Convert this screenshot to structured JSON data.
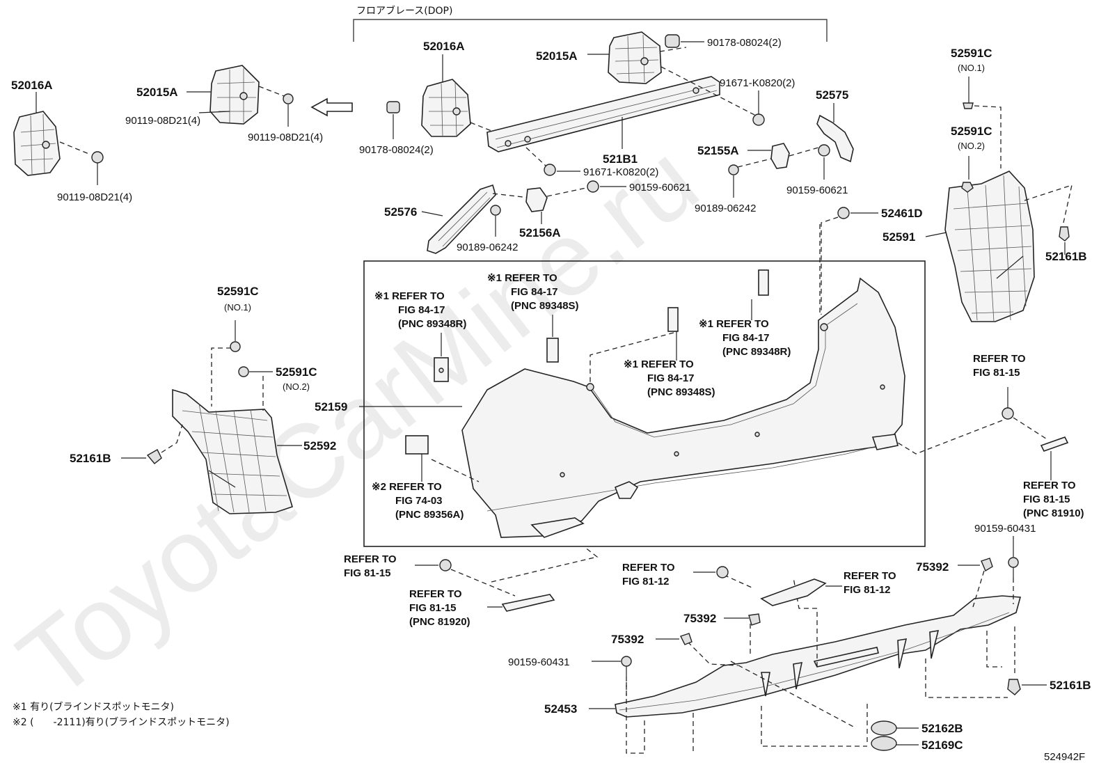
{
  "watermark": "ToyotaCarMine.ru",
  "header": {
    "floor_brace": "フロアブレース(DOP)"
  },
  "labels": {
    "l52016A_left": "52016A",
    "l52015A_left": "52015A",
    "l90119_a": "90119-08D21(4)",
    "l90119_b": "90119-08D21(4)",
    "l90119_c": "90119-08D21(4)",
    "l52016A_mid": "52016A",
    "l52015A_mid": "52015A",
    "l90178_top": "90178-08024(2)",
    "l90178_mid": "90178-08024(2)",
    "l91671_top": "91671-K0820(2)",
    "l91671_mid": "91671-K0820(2)",
    "l521B1": "521B1",
    "l52575": "52575",
    "l52155A": "52155A",
    "l90159_60621_a": "90159-60621",
    "l90159_60621_b": "90159-60621",
    "l90189_a": "90189-06242",
    "l90189_b": "90189-06242",
    "l52576": "52576",
    "l52156A": "52156A",
    "l52461D": "52461D",
    "l52591C_r1": "52591C",
    "l52591C_r1_sub": "(NO.1)",
    "l52591C_r2": "52591C",
    "l52591C_r2_sub": "(NO.2)",
    "l52591": "52591",
    "l52161B_r": "52161B",
    "l52591C_l1": "52591C",
    "l52591C_l1_sub": "(NO.1)",
    "l52591C_l2": "52591C",
    "l52591C_l2_sub": "(NO.2)",
    "l52161B_l": "52161B",
    "l52592": "52592",
    "l52159": "52159",
    "l52453": "52453",
    "l75392_a": "75392",
    "l75392_b": "75392",
    "l75392_c": "75392",
    "l90159_60431_a": "90159-60431",
    "l90159_60431_b": "90159-60431",
    "l52161B_b": "52161B",
    "l52162B": "52162B",
    "l52169C": "52169C",
    "diagram_id": "524942F"
  },
  "refs": {
    "r1_l1": "※1 REFER TO",
    "r1_l2": "FIG 84-17",
    "r1_l3": "(PNC 89348R)",
    "r2_l1": "※1 REFER TO",
    "r2_l2": "FIG 84-17",
    "r2_l3": "(PNC 89348S)",
    "r3_l1": "※1 REFER TO",
    "r3_l2": "FIG 84-17",
    "r3_l3": "(PNC 89348R)",
    "r4_l1": "※1 REFER TO",
    "r4_l2": "FIG 84-17",
    "r4_l3": "(PNC 89348S)",
    "r5_l1": "※2 REFER TO",
    "r5_l2": "FIG 74-03",
    "r5_l3": "(PNC 89356A)",
    "r6_l1": "REFER TO",
    "r6_l2": "FIG 81-15",
    "r7_l1": "REFER TO",
    "r7_l2": "FIG 81-15",
    "r7_l3": "(PNC 81910)",
    "r8_l1": "REFER TO",
    "r8_l2": "FIG 81-15",
    "r9_l1": "REFER TO",
    "r9_l2": "FIG 81-15",
    "r9_l3": "(PNC 81920)",
    "r10_l1": "REFER TO",
    "r10_l2": "FIG 81-12",
    "r11_l1": "REFER TO",
    "r11_l2": "FIG 81-12"
  },
  "notes": {
    "n1": "※1 有り(ブラインドスポットモニタ)",
    "n2": "※2 (　　-2111)有り(ブラインドスポットモニタ)"
  }
}
